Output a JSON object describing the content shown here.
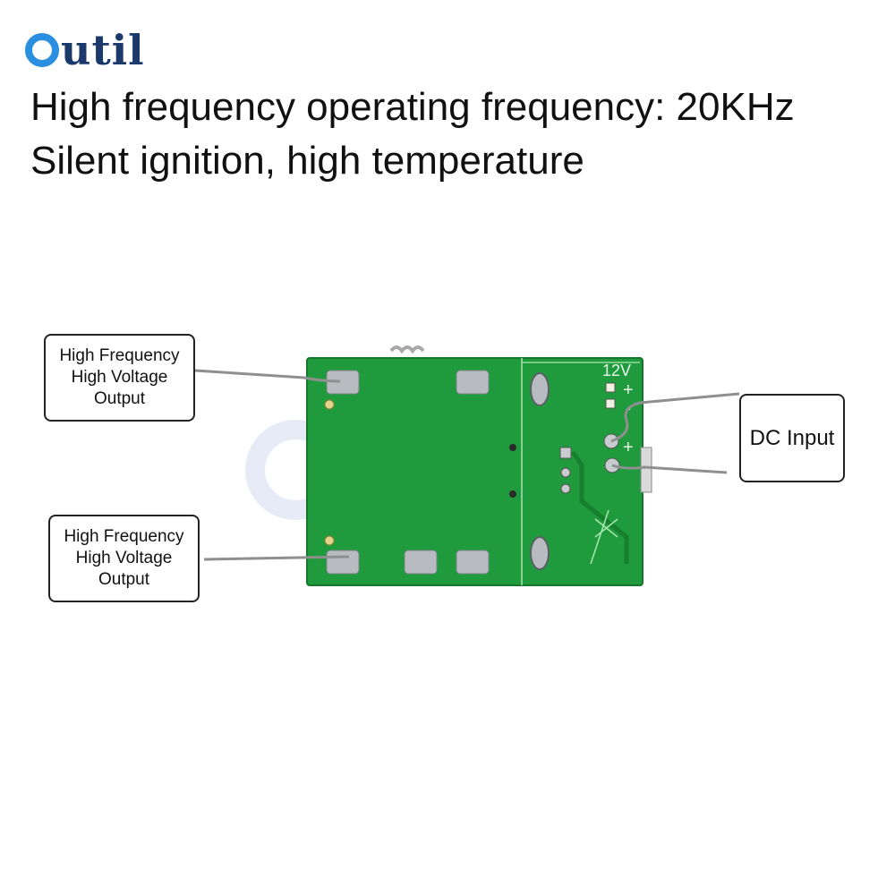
{
  "brand": {
    "logo_text": "util"
  },
  "headline": {
    "line1": "High frequency operating frequency: 20KHz",
    "line2": "Silent ignition, high temperature"
  },
  "board": {
    "silkscreen_voltage": "12V",
    "plus_sign": "+",
    "minus_sign": "-",
    "pcb_color": "#1f9a3c",
    "pad_color": "#b8bcc0"
  },
  "labels": {
    "output_top": [
      "High Frequency",
      "High Voltage",
      "Output"
    ],
    "output_bottom": [
      "High Frequency",
      "High Voltage",
      "Output"
    ],
    "dc_input": "DC Input"
  },
  "colors": {
    "logo_ring": "#2a8fe0",
    "logo_text": "#1b3a6b"
  }
}
